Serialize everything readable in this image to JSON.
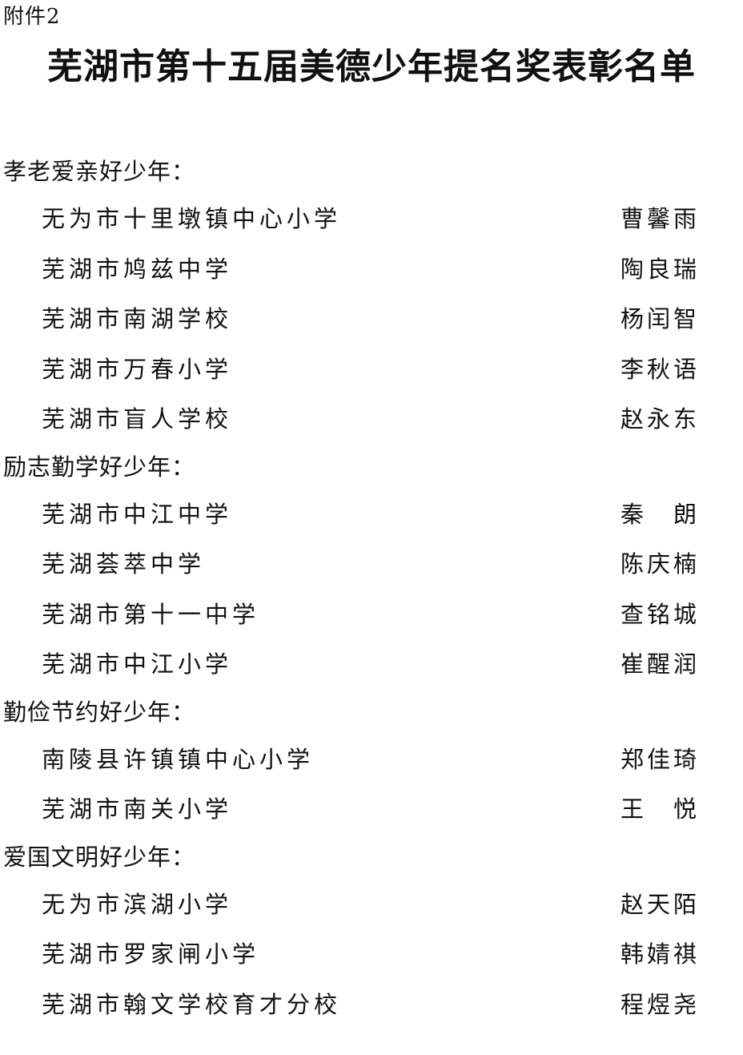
{
  "annex": "附件2",
  "title": "芜湖市第十五届美德少年提名奖表彰名单",
  "sections": [
    {
      "heading": "孝老爱亲好少年：",
      "entries": [
        {
          "school": "无为市十里墩镇中心小学",
          "name": "曹馨雨"
        },
        {
          "school": "芜湖市鸠兹中学",
          "name": "陶良瑞"
        },
        {
          "school": "芜湖市南湖学校",
          "name": "杨闰智"
        },
        {
          "school": "芜湖市万春小学",
          "name": "李秋语"
        },
        {
          "school": "芜湖市盲人学校",
          "name": "赵永东"
        }
      ]
    },
    {
      "heading": "励志勤学好少年：",
      "entries": [
        {
          "school": "芜湖市中江中学",
          "name": "秦　朗"
        },
        {
          "school": "芜湖荟萃中学",
          "name": "陈庆楠"
        },
        {
          "school": "芜湖市第十一中学",
          "name": "查铭城"
        },
        {
          "school": "芜湖市中江小学",
          "name": "崔醒润"
        }
      ]
    },
    {
      "heading": "勤俭节约好少年：",
      "entries": [
        {
          "school": "南陵县许镇镇中心小学",
          "name": "郑佳琦"
        },
        {
          "school": "芜湖市南关小学",
          "name": "王　悦"
        }
      ]
    },
    {
      "heading": "爱国文明好少年：",
      "entries": [
        {
          "school": "无为市滨湖小学",
          "name": "赵天陌"
        },
        {
          "school": "芜湖市罗家闸小学",
          "name": "韩婧祺"
        },
        {
          "school": "芜湖市翰文学校育才分校",
          "name": "程煜尧"
        }
      ]
    }
  ]
}
